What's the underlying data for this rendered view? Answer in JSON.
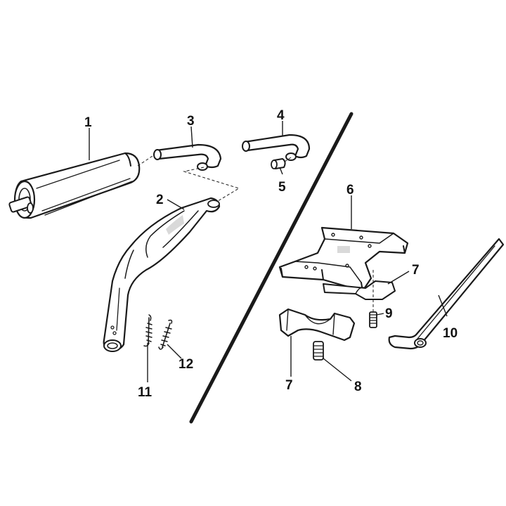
{
  "callouts": [
    "1",
    "2",
    "3",
    "4",
    "5",
    "6",
    "7",
    "8",
    "9",
    "10",
    "11",
    "12",
    "7"
  ],
  "colors": {
    "ink": "#1a1a1a",
    "paper": "#ffffff",
    "shade": "#d9d9d9"
  },
  "parts": [
    "muffler-silencer",
    "expansion-chamber",
    "bent-connector-pipe",
    "bent-rubber-hose",
    "short-sleeve",
    "mounting-bracket-plate",
    "mount-block",
    "mount-bolt",
    "small-screw",
    "bent-rod",
    "tension-spring",
    "tension-spring"
  ]
}
